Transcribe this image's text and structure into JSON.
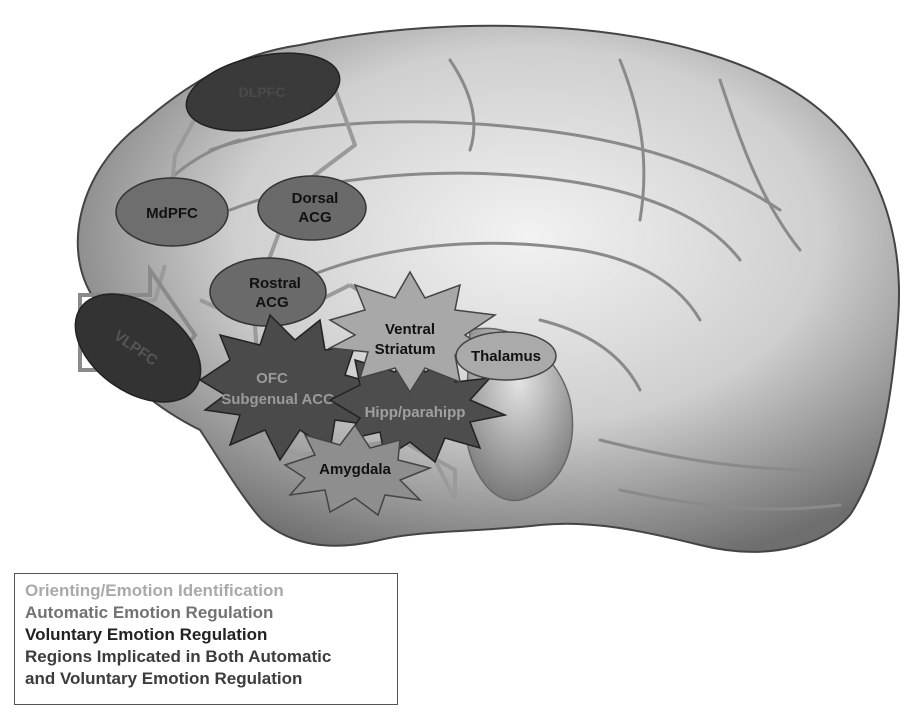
{
  "regions": {
    "dlpfc": "DLPFC",
    "mdpfc": "MdPFC",
    "dorsal_acg_1": "Dorsal",
    "dorsal_acg_2": "ACG",
    "rostral_acg_1": "Rostral",
    "rostral_acg_2": "ACG",
    "vlpfc": "VLPFC",
    "ofc": "OFC",
    "subgenual_acg": "Subgenual ACG",
    "ventral_striatum_1": "Ventral",
    "ventral_striatum_2": "Striatum",
    "thalamus": "Thalamus",
    "hipp": "Hipp/parahipp",
    "amygdala": "Amygdala"
  },
  "legend": {
    "orienting": "Orienting/Emotion Identification",
    "automatic": "Automatic Emotion Regulation",
    "voluntary": "Voluntary Emotion Regulation",
    "both_1": "Regions Implicated in Both Automatic",
    "both_2": "and Voluntary Emotion Regulation"
  },
  "colors": {
    "orienting": "#a9a9a9",
    "automatic": "#727272",
    "voluntary": "#333333",
    "both": "#3c3c3c"
  }
}
